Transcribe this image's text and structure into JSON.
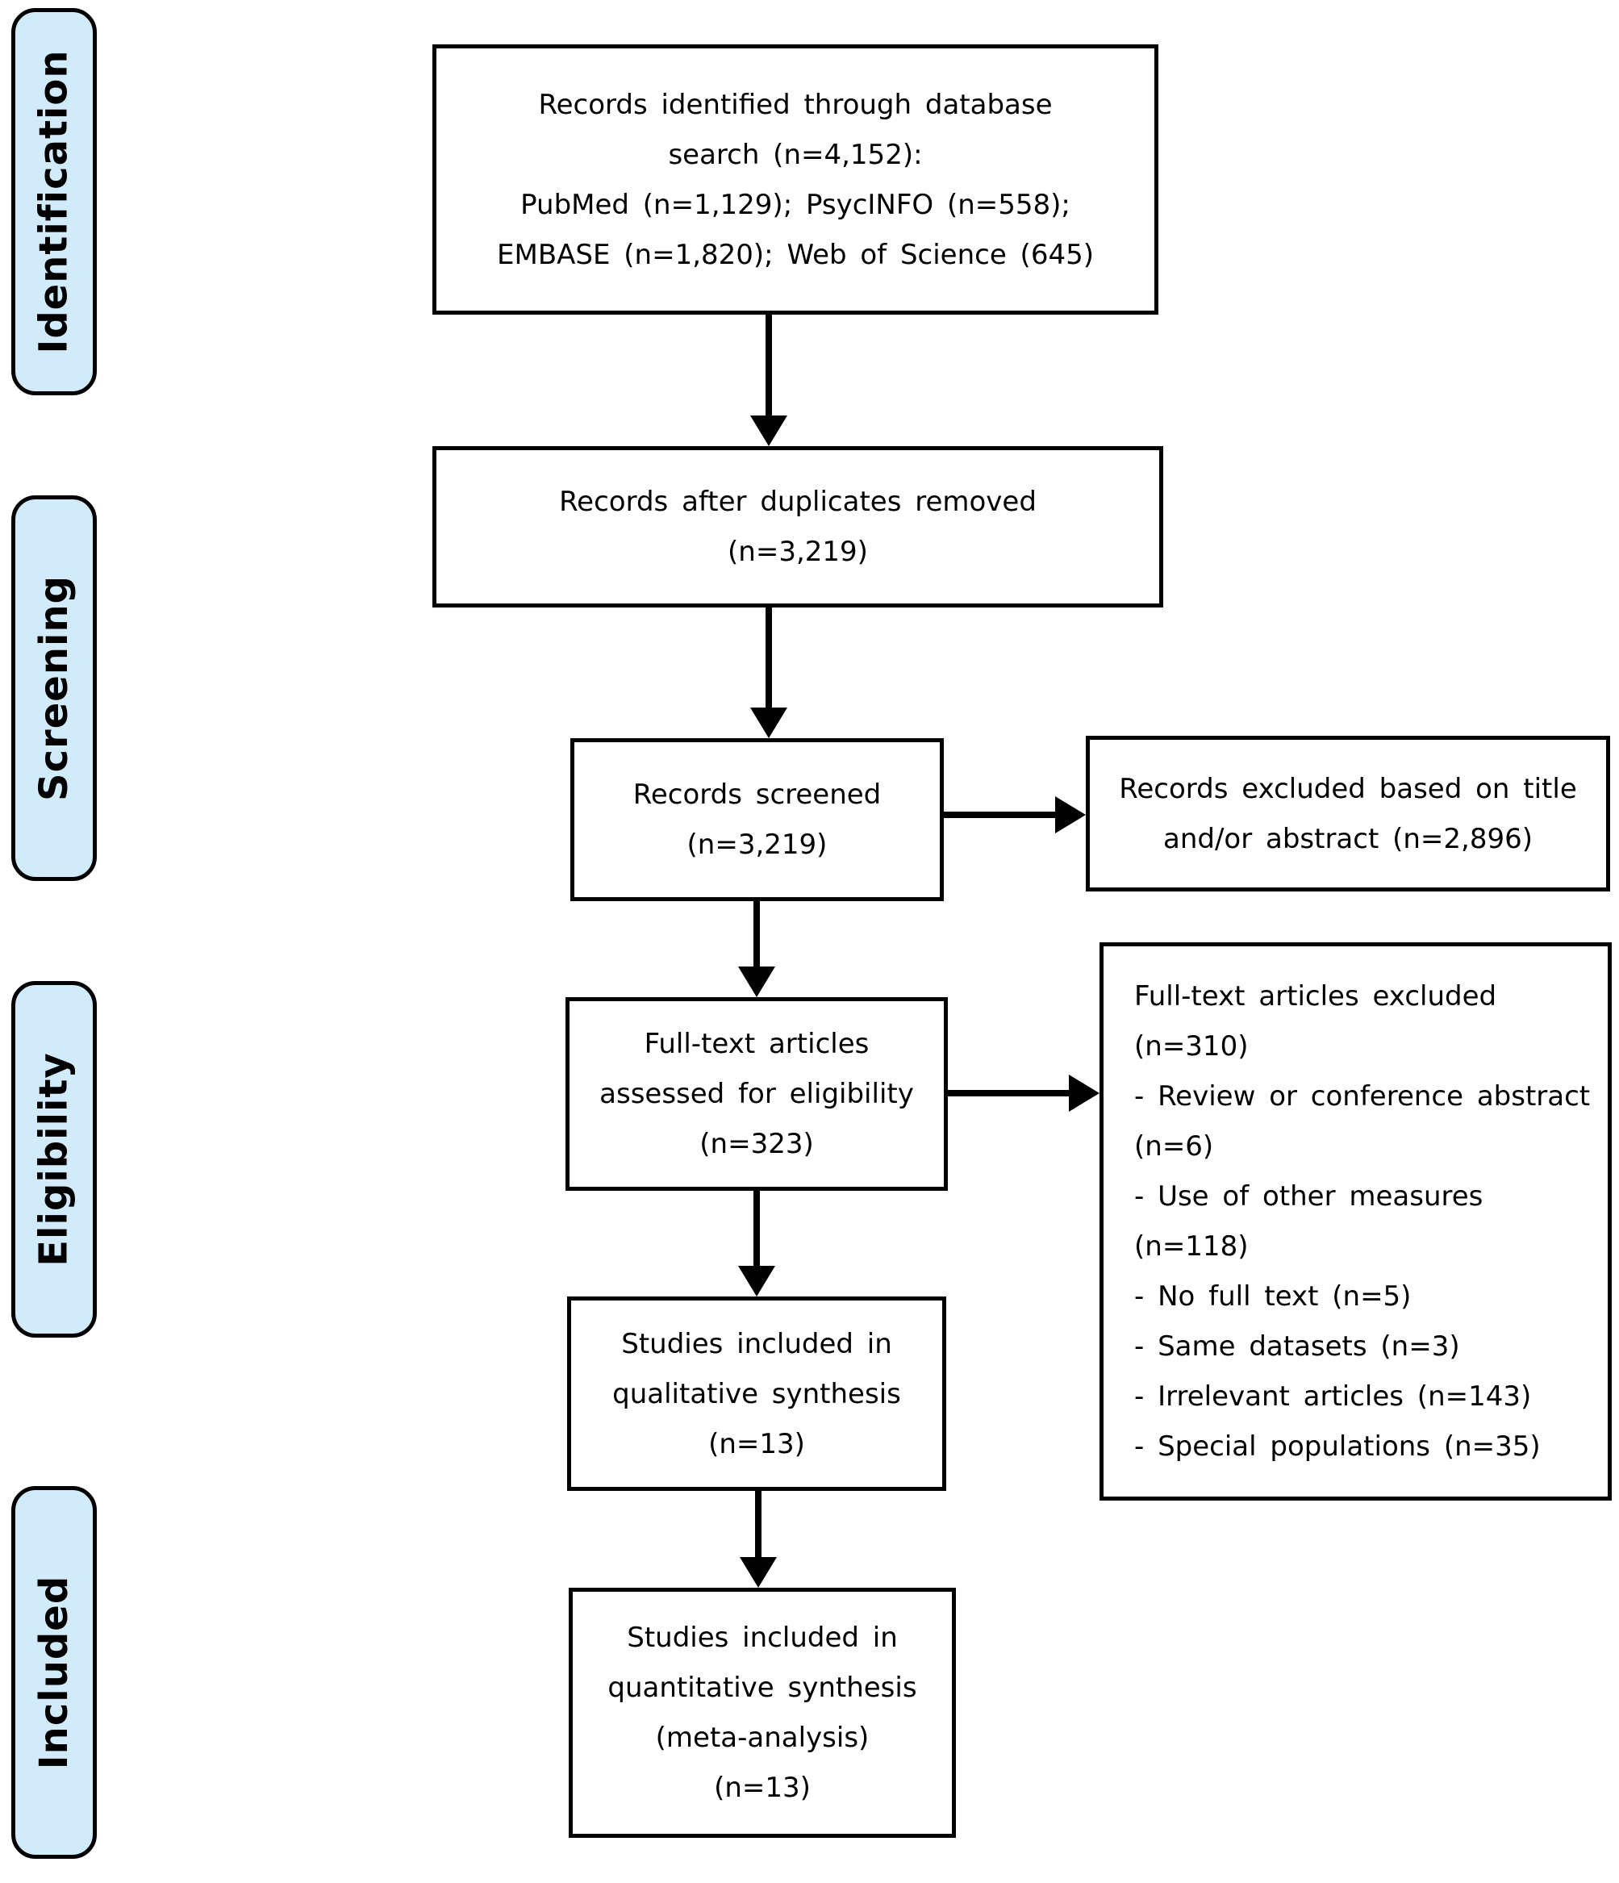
{
  "diagram": {
    "title": "PRISMA flow diagram",
    "colors": {
      "stage_fill": "#d2ebfa",
      "box_border": "#000000",
      "arrow": "#000000",
      "background": "#ffffff",
      "text": "#000000"
    },
    "stages": [
      {
        "label": "Identification"
      },
      {
        "label": "Screening"
      },
      {
        "label": "Eligibility"
      },
      {
        "label": "Included"
      }
    ],
    "boxes": {
      "identified": {
        "lines": [
          "Records identified through database",
          "search (n=4,152):",
          "PubMed (n=1,129); PsycINFO (n=558);",
          "EMBASE (n=1,820); Web of Science (645)"
        ]
      },
      "deduplicated": {
        "lines": [
          "Records after duplicates removed",
          "(n=3,219)"
        ]
      },
      "screened": {
        "lines": [
          "Records screened",
          "(n=3,219)"
        ]
      },
      "excluded_title_abstract": {
        "lines": [
          "Records excluded based on title",
          "and/or abstract (n=2,896)"
        ]
      },
      "fulltext_assessed": {
        "lines": [
          "Full-text articles",
          "assessed for eligibility",
          "(n=323)"
        ]
      },
      "fulltext_excluded": {
        "lines": [
          "Full-text articles excluded",
          "(n=310)",
          "- Review or conference abstract",
          "(n=6)",
          "- Use of other measures",
          "(n=118)",
          "- No full text (n=5)",
          "- Same datasets (n=3)",
          "- Irrelevant articles (n=143)",
          "- Special populations (n=35)"
        ]
      },
      "qualitative": {
        "lines": [
          "Studies included in",
          "qualitative synthesis",
          "(n=13)"
        ]
      },
      "quantitative": {
        "lines": [
          "Studies included in",
          "quantitative synthesis",
          "(meta-analysis)",
          "(n=13)"
        ]
      }
    }
  }
}
